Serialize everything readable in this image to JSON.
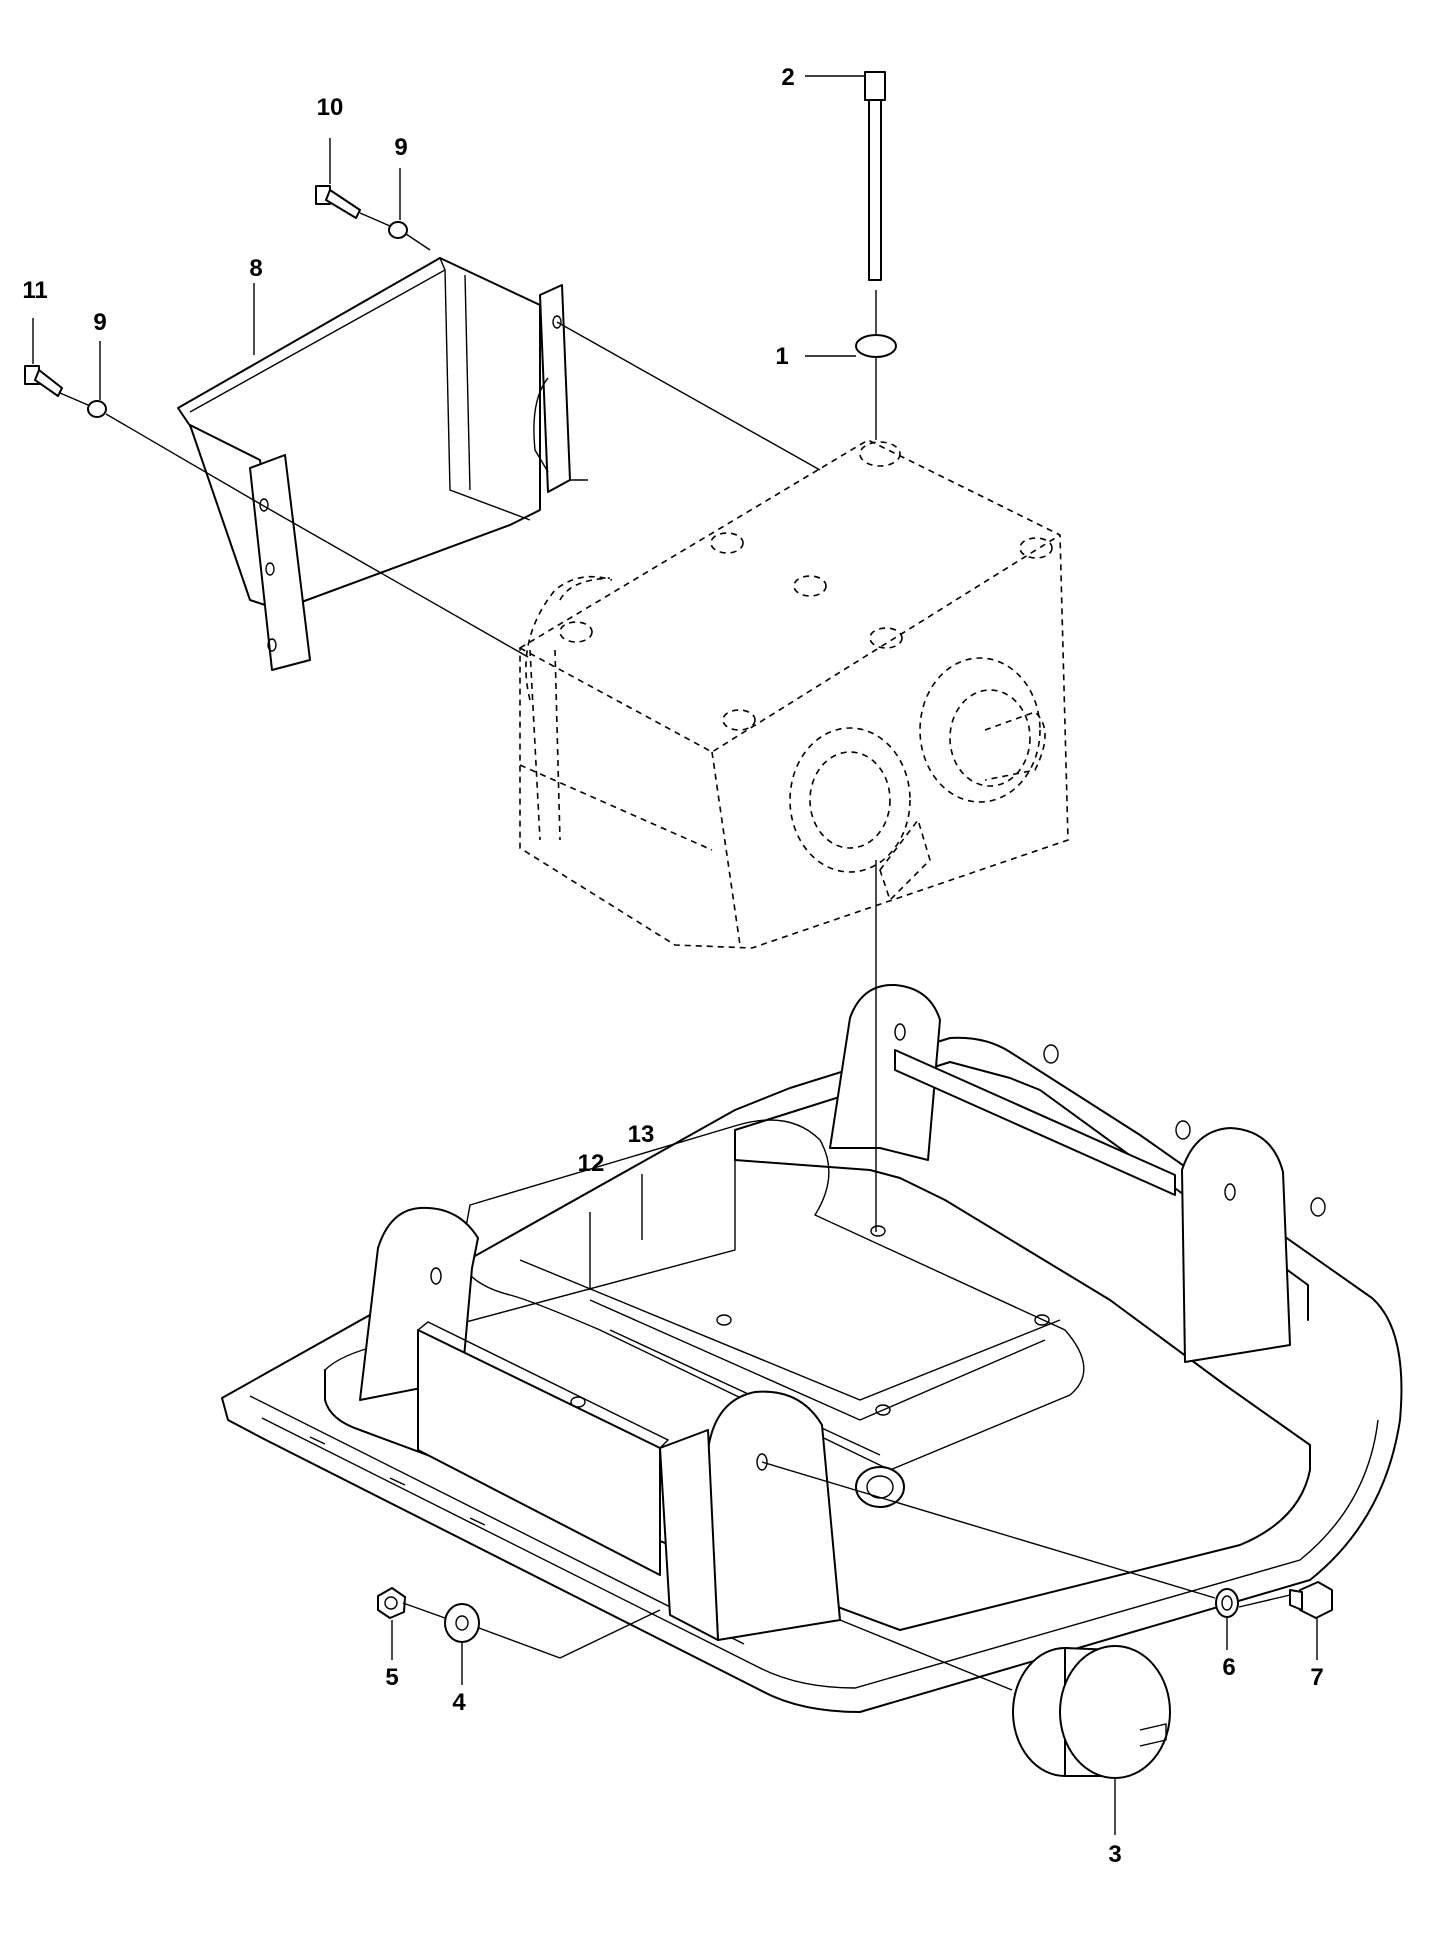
{
  "callouts": [
    {
      "id": "c1",
      "text": "1"
    },
    {
      "id": "c2",
      "text": "2"
    },
    {
      "id": "c3",
      "text": "3"
    },
    {
      "id": "c4",
      "text": "4"
    },
    {
      "id": "c5",
      "text": "5"
    },
    {
      "id": "c6",
      "text": "6"
    },
    {
      "id": "c7",
      "text": "7"
    },
    {
      "id": "c8",
      "text": "8"
    },
    {
      "id": "c9a",
      "text": "9"
    },
    {
      "id": "c9b",
      "text": "9"
    },
    {
      "id": "c10",
      "text": "10"
    },
    {
      "id": "c11",
      "text": "11"
    },
    {
      "id": "c12",
      "text": "12"
    },
    {
      "id": "c13",
      "text": "13"
    }
  ]
}
